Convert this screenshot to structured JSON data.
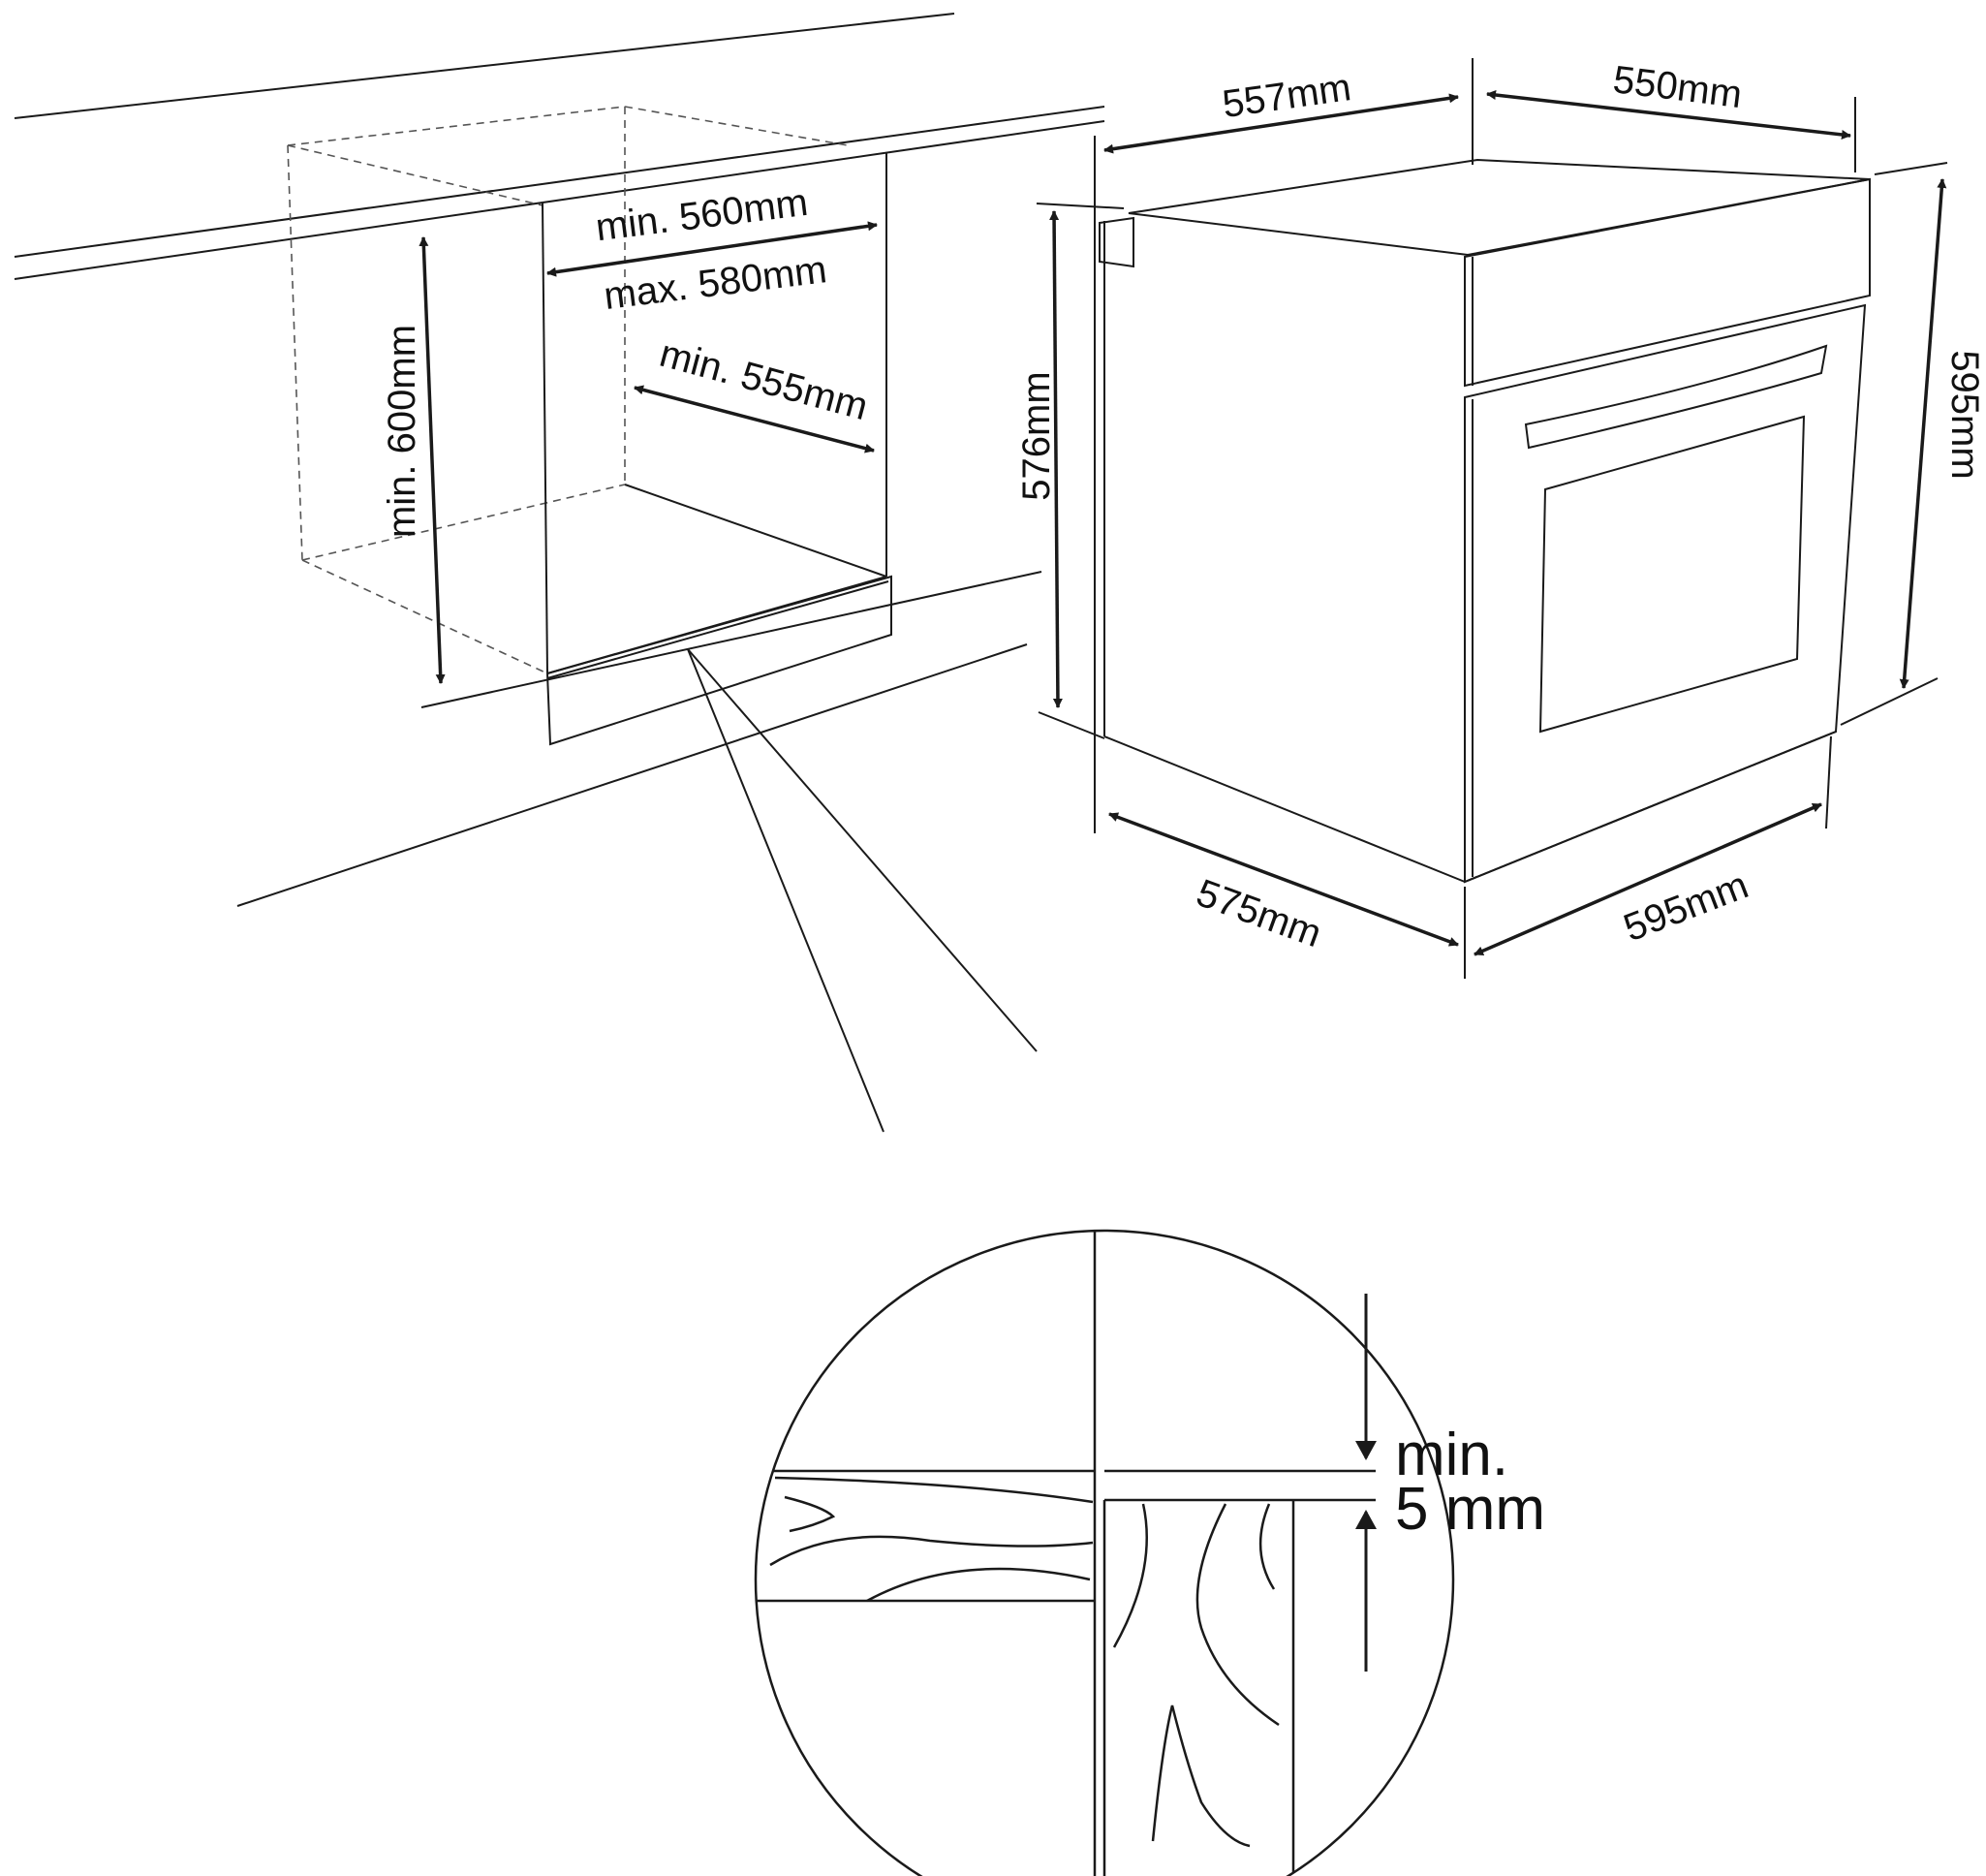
{
  "colors": {
    "line": "#1a1a1a",
    "dashed": "#555555",
    "background": "#ffffff"
  },
  "cabinet": {
    "niche_height": "min. 600mm",
    "niche_width_min": "min. 560mm",
    "niche_width_max": "max. 580mm",
    "niche_depth": "min. 555mm"
  },
  "oven": {
    "top_depth": "557mm",
    "top_width": "550mm",
    "body_height": "576mm",
    "front_height": "595mm",
    "bottom_depth": "575mm",
    "front_width": "595mm"
  },
  "detail": {
    "gap_label_line1": "min.",
    "gap_label_line2": "5 mm"
  }
}
